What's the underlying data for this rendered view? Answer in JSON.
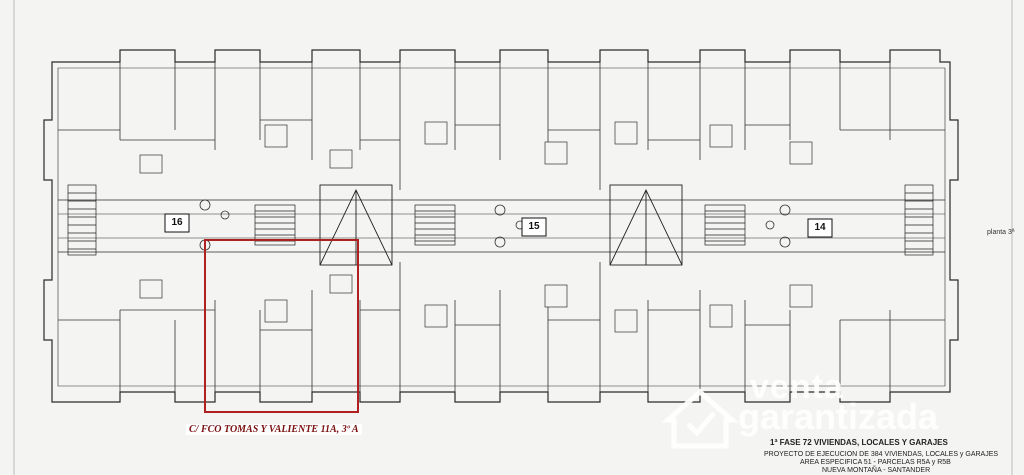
{
  "unit_label": "C/ FCO TOMAS Y VALIENTE 11A, 3º A",
  "floor_label": "planta 3ª",
  "stair_numbers": [
    "16",
    "15",
    "14"
  ],
  "watermark": {
    "line1": "venta",
    "line2": "garantizada"
  },
  "title_block": {
    "main": "1ª FASE 72 VIVIENDAS, LOCALES Y GARAJES",
    "line1": "PROYECTO DE EJECUCION DE 384 VIVIENDAS, LOCALES y GARAJES",
    "line2": "AREA ESPECIFICA 51 - PARCELAS R5A y R5B",
    "line3": "NUEVA MONTAÑA - SANTANDER"
  },
  "colors": {
    "highlight": "#b02020",
    "label_text": "#7a1010",
    "lines": "#2a2a2a"
  }
}
